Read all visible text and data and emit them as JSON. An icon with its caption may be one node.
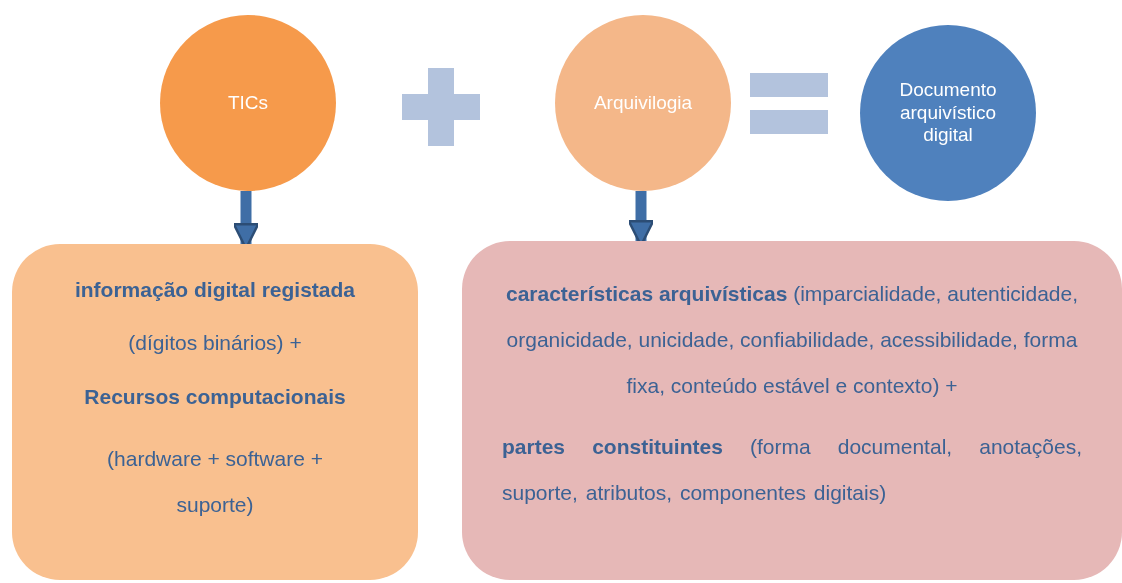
{
  "diagram": {
    "nodes": [
      {
        "text": [
          "TICs"
        ]
      },
      {
        "text": [
          "Arquivilogia"
        ]
      },
      {
        "text": [
          "Documento arquivístico digital"
        ]
      },
      {
        "text": [
          "informação digital registada",
          "(dígitos binários) +",
          "Recursos computacionais",
          "(hardware + software + suporte)"
        ]
      },
      {
        "text": [
          "**características arquivísticas** (imparcialidade, autenticidade, organicidade, unicidade, confiabilidade, acessibilidade, forma fixa, conteúdo estável e contexto) +",
          "**partes constituintes** (forma documental, anotações, suporte, atributos, componentes digitais)"
        ]
      }
    ],
    "edges": [
      {
        "from": 0,
        "to": 3,
        "arrow": "to"
      },
      {
        "from": 1,
        "to": 4,
        "arrow": "to"
      }
    ]
  }
}
